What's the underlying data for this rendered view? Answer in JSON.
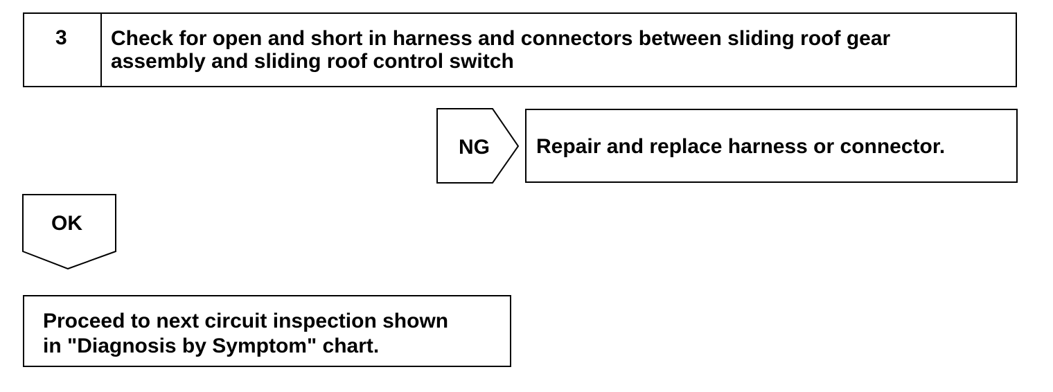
{
  "step": {
    "number": "3",
    "title_line1": "Check for open and short in harness and connectors between sliding roof gear",
    "title_line2": "assembly and sliding roof control switch"
  },
  "ng_branch": {
    "label": "NG",
    "action": "Repair and replace harness or connector."
  },
  "ok_branch": {
    "label": "OK"
  },
  "result": {
    "line1": "Proceed to next circuit inspection shown",
    "line2": "in \"Diagnosis by Symptom\" chart."
  }
}
